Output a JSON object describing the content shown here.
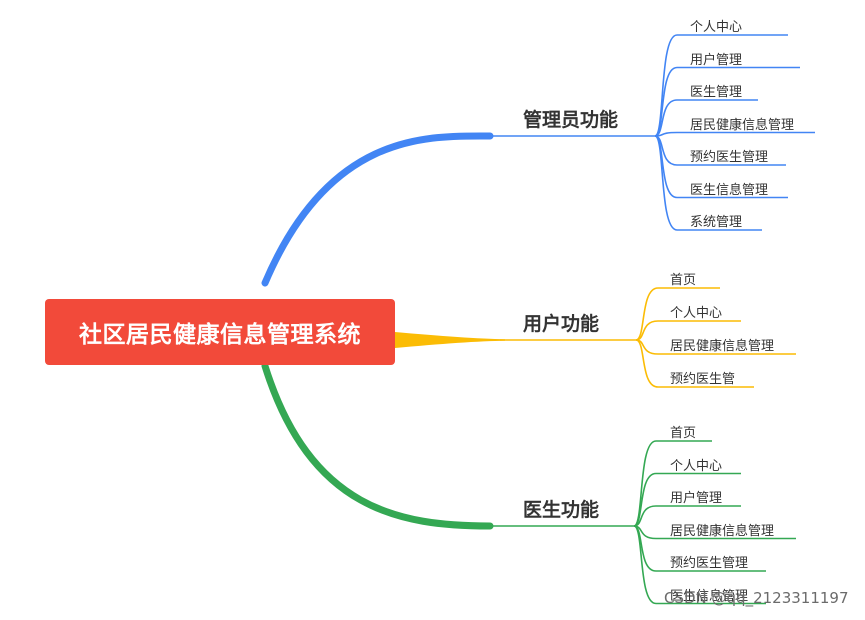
{
  "root": {
    "label": "社区居民健康信息管理系统",
    "color": "#f24a3a"
  },
  "branches": [
    {
      "label": "管理员功能",
      "color": "#4285f4",
      "leaves": [
        "个人中心",
        "用户管理",
        "医生管理",
        "居民健康信息管理",
        "预约医生管理",
        "医生信息管理",
        "系统管理"
      ]
    },
    {
      "label": "用户功能",
      "color": "#fbbc05",
      "leaves": [
        "首页",
        "个人中心",
        "居民健康信息管理",
        "预约医生管"
      ]
    },
    {
      "label": "医生功能",
      "color": "#34a853",
      "leaves": [
        "首页",
        "个人中心",
        "用户管理",
        "居民健康信息管理",
        "预约医生管理",
        "医生信息管理"
      ]
    }
  ],
  "watermark": "CSDN @qq_2123311197"
}
